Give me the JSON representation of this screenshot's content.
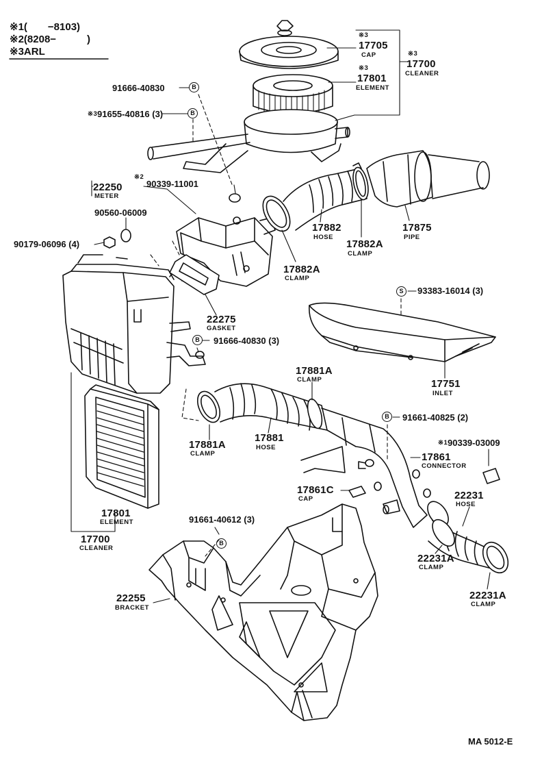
{
  "notes": [
    {
      "mark": "※1",
      "text": "(　　−8103)"
    },
    {
      "mark": "※2",
      "text": "(8208−　　　)"
    },
    {
      "mark": "※3",
      "text": "ARL"
    }
  ],
  "markers": {
    "b": "B",
    "s": "S",
    "star2": "※2",
    "star3": "※3"
  },
  "labels": {
    "p17705": "17705",
    "p17705_sub": "CAP",
    "p17700_top": "17700",
    "p17700_top_sub": "CLEANER",
    "p17801_top": "17801",
    "p17801_top_sub": "ELEMENT",
    "p91666a": "91666-40830",
    "p91655": "91655-40816 (3)",
    "p22250": "22250",
    "p22250_sub": "METER",
    "p90339a": "90339-11001",
    "p90560": "90560-06009",
    "p90179": "90179-06096 (4)",
    "p17882": "17882",
    "p17882_sub": "HOSE",
    "p17882a_right": "17882A",
    "p17882a_right_sub": "CLAMP",
    "p17875": "17875",
    "p17875_sub": "PIPE",
    "p17882a_left": "17882A",
    "p17882a_left_sub": "CLAMP",
    "p93383": "93383-16014 (3)",
    "p22275": "22275",
    "p22275_sub": "GASKET",
    "p91666b": "91666-40830 (3)",
    "p17751": "17751",
    "p17751_sub": "INLET",
    "p17881a_top": "17881A",
    "p17881a_top_sub": "CLAMP",
    "p91661a": "91661-40825 (2)",
    "p90339b": "90339-03009",
    "p17881a_left": "17881A",
    "p17881a_left_sub": "CLAMP",
    "p17881": "17881",
    "p17881_sub": "HOSE",
    "p17861": "17861",
    "p17861_sub": "CONNECTOR",
    "p17861c": "17861C",
    "p17861c_sub": "CAP",
    "p22231": "22231",
    "p22231_sub": "HOSE",
    "p17801_bottom": "17801",
    "p17801_bottom_sub": "ELEMENT",
    "p17700_bottom": "17700",
    "p17700_bottom_sub": "CLEANER",
    "p91661b": "91661-40612 (3)",
    "p22231a_mid": "22231A",
    "p22231a_mid_sub": "CLAMP",
    "p22255": "22255",
    "p22255_sub": "BRACKET",
    "p22231a_bottom": "22231A",
    "p22231a_bottom_sub": "CLAMP",
    "figure_code": "MA 5012-E"
  },
  "colors": {
    "ink": "#111111",
    "paper": "#ffffff"
  }
}
